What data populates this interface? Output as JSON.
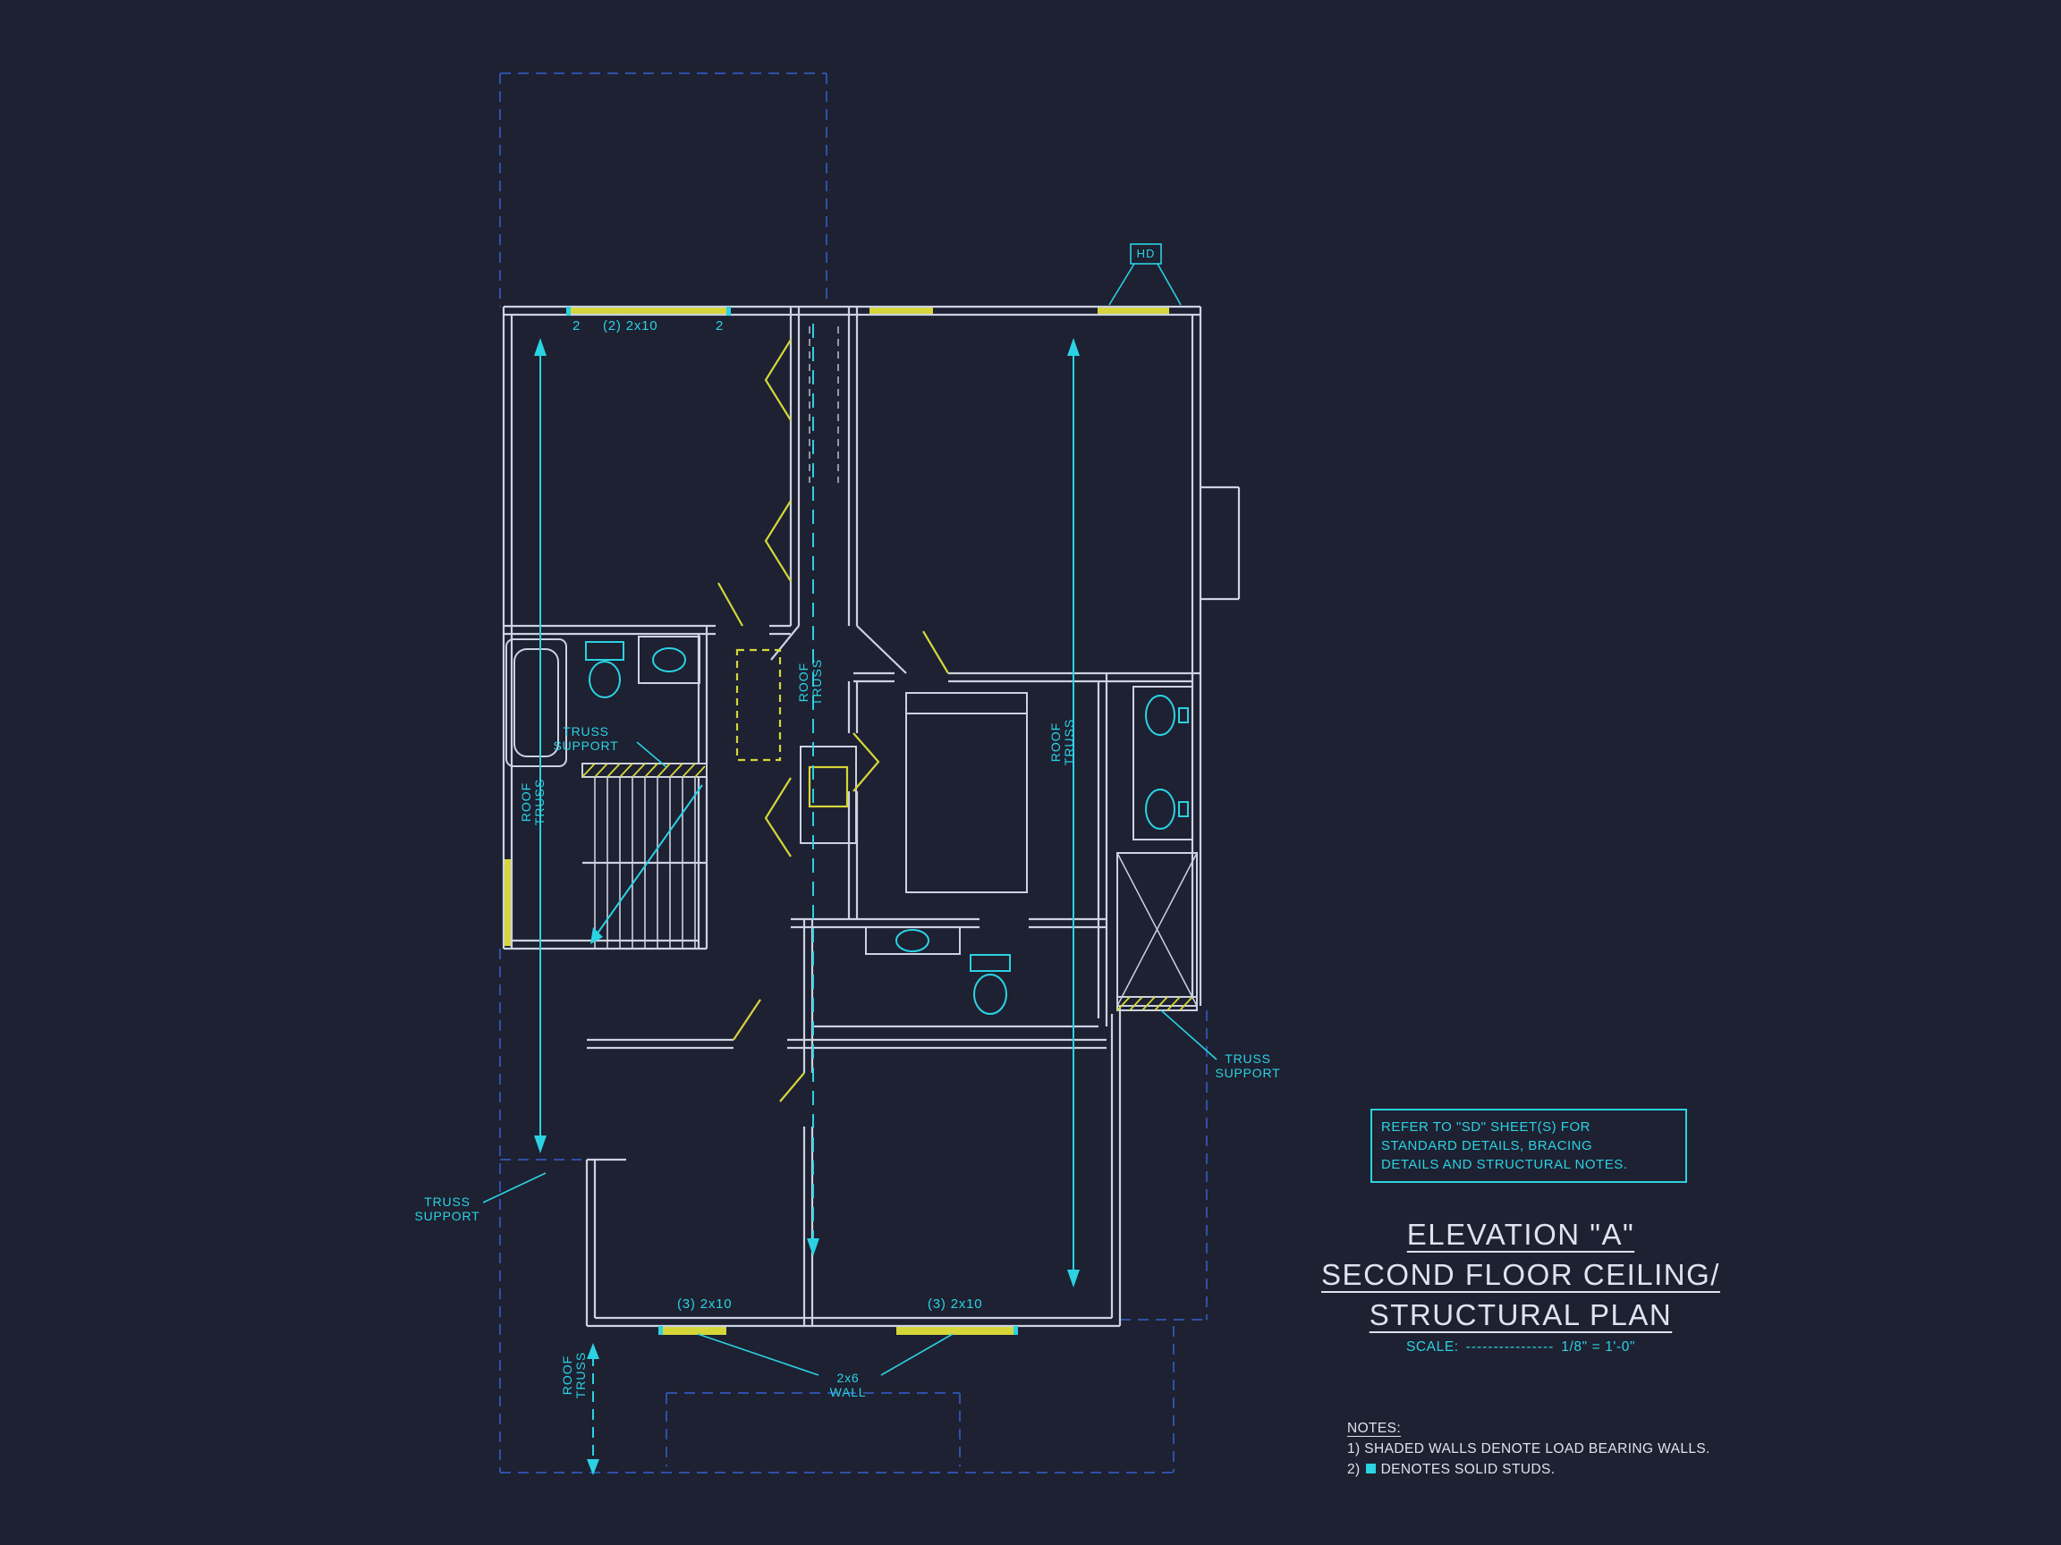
{
  "colors": {
    "background": "#1d2132",
    "line": "#ccd2e2",
    "cyan": "#2bd2e2",
    "yellow": "#d6d63a",
    "dash_blue": "#3050a8",
    "text": "#dfe3ee"
  },
  "plan": {
    "hd_label": "HD",
    "top_beam": {
      "stud_left": "2",
      "label": "(2) 2x10",
      "stud_right": "2"
    },
    "roof_truss": {
      "line1": "ROOF",
      "line2": "TRUSS"
    },
    "truss_support": {
      "line1": "TRUSS",
      "line2": "SUPPORT"
    },
    "bottom_beam_left": "(3) 2x10",
    "bottom_beam_right": "(3) 2x10",
    "wall_2x6": {
      "line1": "2x6",
      "line2": "WALL"
    }
  },
  "sidebar": {
    "note_box": {
      "line1": "REFER TO \"SD\"  SHEET(S) FOR",
      "line2": "STANDARD DETAILS, BRACING",
      "line3": "DETAILS AND STRUCTURAL NOTES."
    },
    "title": {
      "line1": "ELEVATION \"A\"",
      "line2": "SECOND FLOOR CEILING/",
      "line3": "STRUCTURAL PLAN"
    },
    "scale": {
      "label": "SCALE:",
      "dashes": "----------------",
      "value": "1/8\" = 1'-0\""
    },
    "notes": {
      "heading": "NOTES:",
      "note1": "1) SHADED WALLS DENOTE LOAD BEARING WALLS.",
      "note2_prefix": "2)",
      "note2_suffix": "DENOTES SOLID STUDS."
    }
  }
}
